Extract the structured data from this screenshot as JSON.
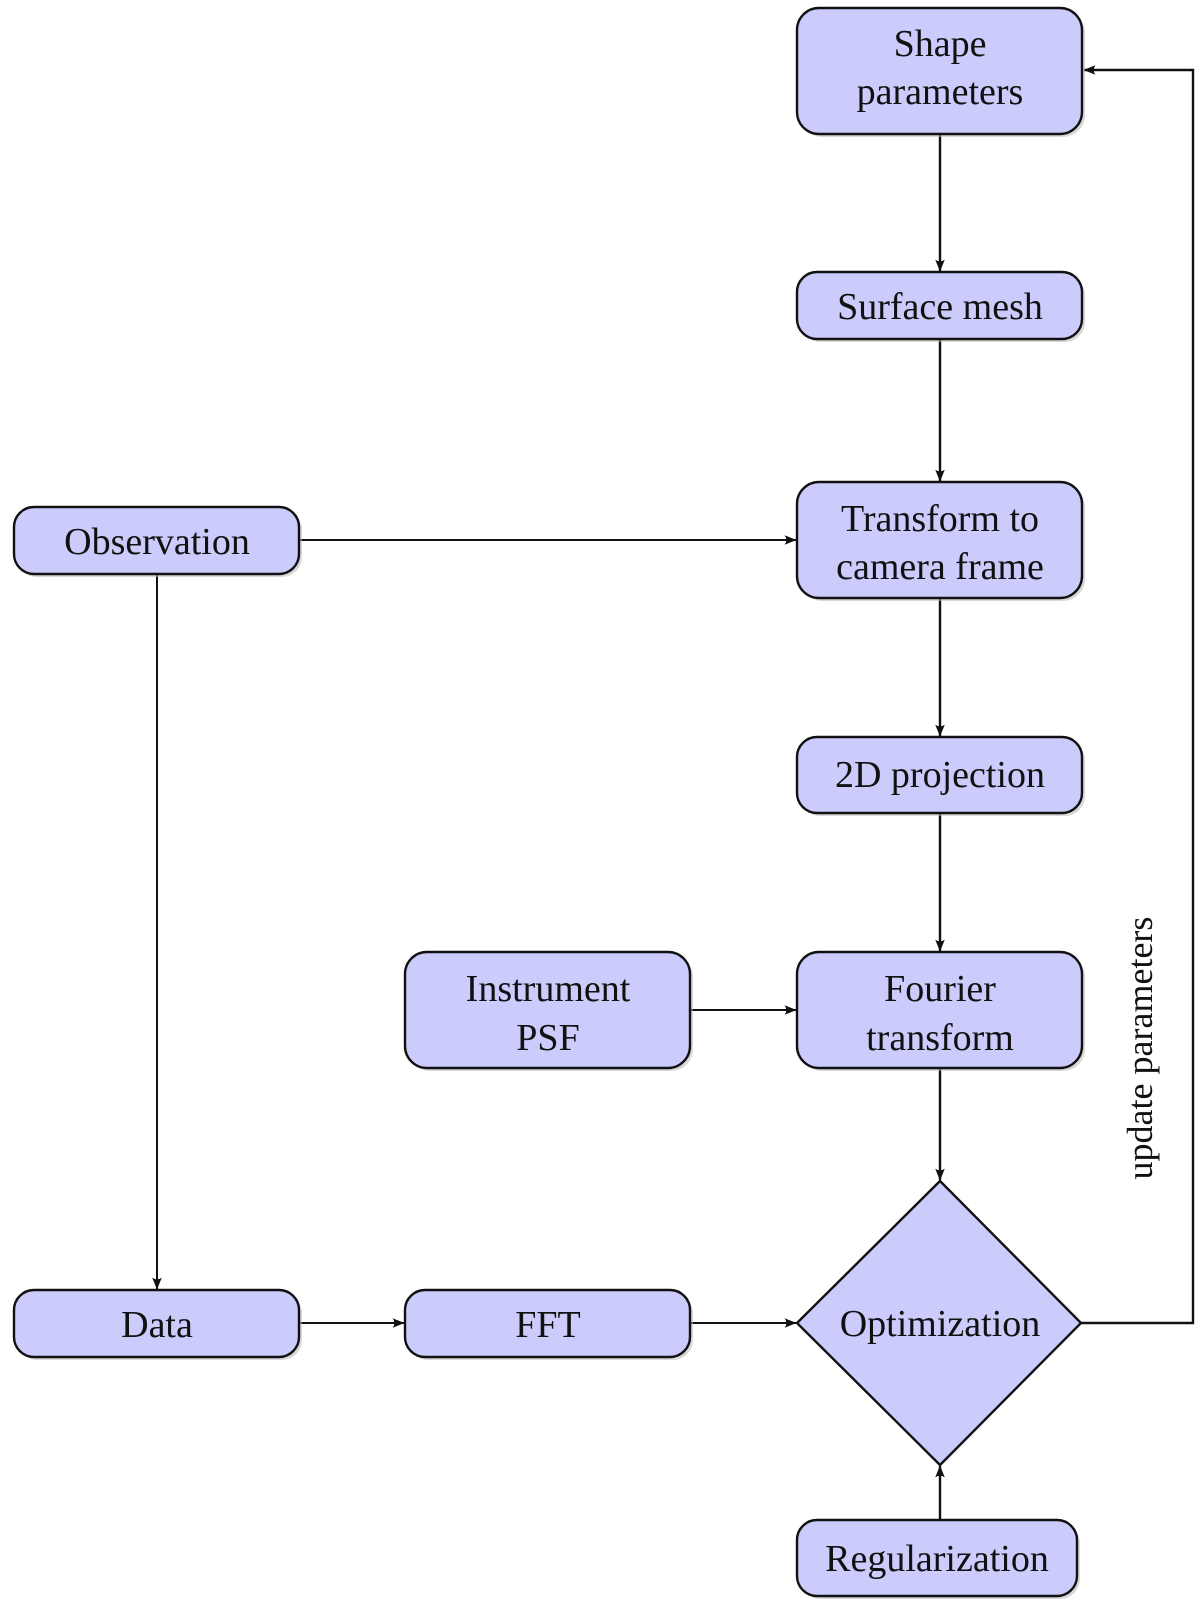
{
  "diagram": {
    "type": "flowchart",
    "colors": {
      "node_fill": "#ccccfc",
      "node_stroke": "#111111",
      "edge": "#111111",
      "background": "#ffffff"
    },
    "nodes": [
      {
        "id": "shape_parameters",
        "shape": "rounded-rect",
        "lines": [
          "Shape",
          "parameters"
        ]
      },
      {
        "id": "surface_mesh",
        "shape": "rounded-rect",
        "lines": [
          "Surface mesh"
        ]
      },
      {
        "id": "transform_camera",
        "shape": "rounded-rect",
        "lines": [
          "Transform to",
          "camera frame"
        ]
      },
      {
        "id": "observation",
        "shape": "rounded-rect",
        "lines": [
          "Observation"
        ]
      },
      {
        "id": "projection_2d",
        "shape": "rounded-rect",
        "lines": [
          "2D projection"
        ]
      },
      {
        "id": "instrument_psf",
        "shape": "rounded-rect",
        "lines": [
          "Instrument",
          "PSF"
        ]
      },
      {
        "id": "fourier_transform",
        "shape": "rounded-rect",
        "lines": [
          "Fourier",
          "transform"
        ]
      },
      {
        "id": "data",
        "shape": "rounded-rect",
        "lines": [
          "Data"
        ]
      },
      {
        "id": "fft",
        "shape": "rounded-rect",
        "lines": [
          "FFT"
        ]
      },
      {
        "id": "optimization",
        "shape": "diamond",
        "lines": [
          "Optimization"
        ]
      },
      {
        "id": "regularization",
        "shape": "rounded-rect",
        "lines": [
          "Regularization"
        ]
      }
    ],
    "edges": [
      {
        "from": "shape_parameters",
        "to": "surface_mesh",
        "label": ""
      },
      {
        "from": "surface_mesh",
        "to": "transform_camera",
        "label": ""
      },
      {
        "from": "observation",
        "to": "transform_camera",
        "label": ""
      },
      {
        "from": "transform_camera",
        "to": "projection_2d",
        "label": ""
      },
      {
        "from": "projection_2d",
        "to": "fourier_transform",
        "label": ""
      },
      {
        "from": "instrument_psf",
        "to": "fourier_transform",
        "label": ""
      },
      {
        "from": "fourier_transform",
        "to": "optimization",
        "label": ""
      },
      {
        "from": "observation",
        "to": "data",
        "label": ""
      },
      {
        "from": "data",
        "to": "fft",
        "label": ""
      },
      {
        "from": "fft",
        "to": "optimization",
        "label": ""
      },
      {
        "from": "regularization",
        "to": "optimization",
        "label": ""
      },
      {
        "from": "optimization",
        "to": "shape_parameters",
        "label": "update parameters"
      }
    ]
  }
}
